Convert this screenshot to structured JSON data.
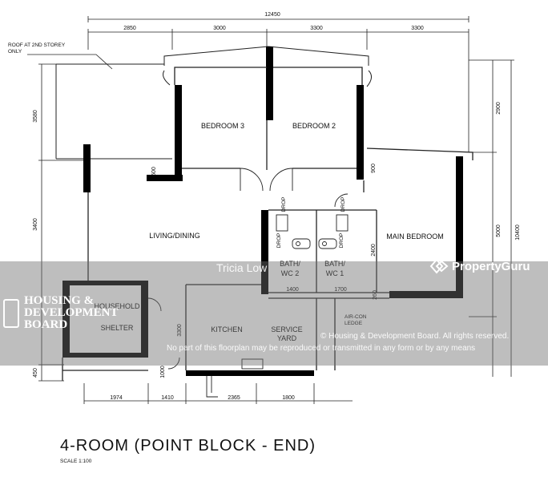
{
  "dimensions": {
    "overall_width": "12450",
    "top": [
      "2850",
      "3000",
      "3300",
      "3300"
    ],
    "left": [
      "3580",
      "3400",
      "450"
    ],
    "right": [
      "2900",
      "5000",
      "10400"
    ],
    "bottom": [
      "1974",
      "1410",
      "2365",
      "1800"
    ],
    "inner": {
      "d600": "600",
      "d900": "900",
      "d1400": "1400",
      "d1700": "1700",
      "d2400": "2400",
      "d3300": "3300",
      "d1000": "1000",
      "d260": "260"
    }
  },
  "labels": {
    "roof": [
      "ROOF AT 2ND STOREY",
      "ONLY"
    ],
    "bedroom3": "BEDROOM 3",
    "bedroom2": "BEDROOM 2",
    "living": "LIVING/DINING",
    "main_bedroom": "MAIN BEDROOM",
    "bath_wc2": [
      "BATH/",
      "WC 2"
    ],
    "bath_wc1": [
      "BATH/",
      "WC 1"
    ],
    "household_shelter": [
      "HOUSEHOLD",
      "SHELTER"
    ],
    "kitchen": "KITCHEN",
    "service_yard": [
      "SERVICE",
      "YARD"
    ],
    "aircon_ledge": [
      "AIR-CON",
      "LEDGE"
    ],
    "drop": "DROP"
  },
  "title": "4-ROOM (POINT BLOCK - END)",
  "scale": "SCALE 1:100",
  "watermarks": {
    "agent": "Tricia Low",
    "brand": "PropertyGuru",
    "hdb": [
      "HOUSING &",
      "DEVELOPMENT",
      "BOARD"
    ],
    "copyright": "© Housing & Development Board. All rights reserved.",
    "rights": "No part of this floorplan may be reproduced or transmitted in any form or by any means"
  }
}
